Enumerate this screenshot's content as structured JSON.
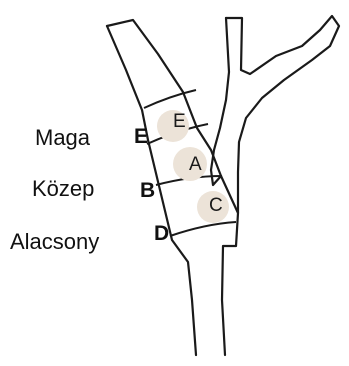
{
  "side_labels": [
    {
      "text": "Maga",
      "letter": "E"
    },
    {
      "text": "Közep",
      "letter": "B"
    },
    {
      "text": "Alacsony",
      "letter": "D"
    }
  ],
  "zones": [
    "E",
    "A",
    "C"
  ],
  "colors": {
    "outline": "#1a1a1a",
    "zone_fill": "#ece3d8",
    "background": "#ffffff"
  }
}
